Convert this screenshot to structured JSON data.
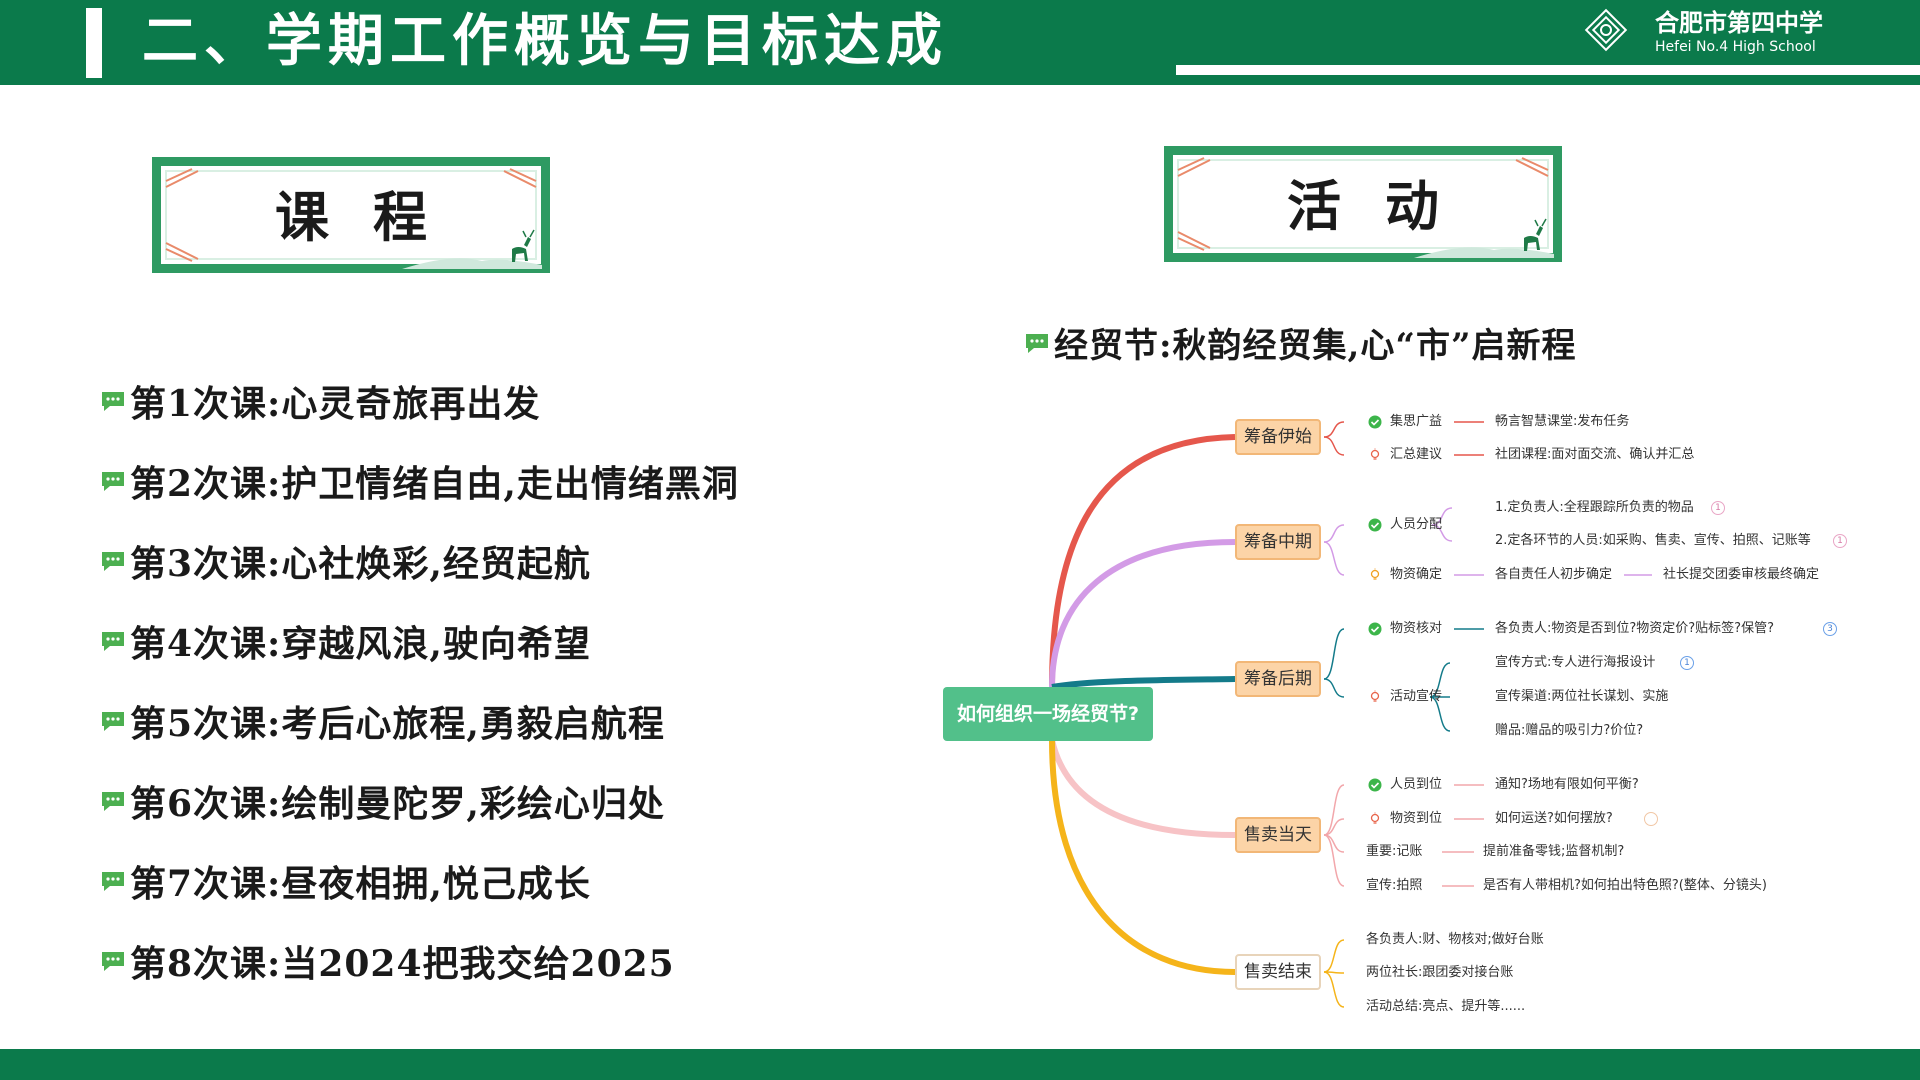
{
  "header": {
    "title": "二、学期工作概览与目标达成",
    "school_cn": "合肥市第四中学",
    "school_en": "Hefei No.4 High School"
  },
  "left_card": {
    "label": "课程"
  },
  "right_card": {
    "label": "活动"
  },
  "lessons": [
    "第1次课:心灵奇旅再出发",
    "第2次课:护卫情绪自由,走出情绪黑洞",
    "第3次课:心社焕彩,经贸起航",
    "第4次课:穿越风浪,驶向希望",
    "第5次课:考后心旅程,勇毅启航程",
    "第6次课:绘制曼陀罗,彩绘心归处",
    "第7次课:昼夜相拥,悦己成长",
    "第8次课:当2024把我交给2025"
  ],
  "activity": {
    "heading": "经贸节:秋韵经贸集,心“市”启新程",
    "mindmap": {
      "root": "如何组织一场经贸节?",
      "branches": [
        {
          "label": "筹备伊始",
          "color": "#e5574c",
          "items": [
            {
              "icon": "check",
              "label": "集思广益",
              "details": [
                "畅言智慧课堂:发布任务"
              ]
            },
            {
              "icon": "bulb",
              "label": "汇总建议",
              "details": [
                "社团课程:面对面交流、确认并汇总"
              ]
            }
          ]
        },
        {
          "label": "筹备中期",
          "color": "#d39be6",
          "items": [
            {
              "icon": "check",
              "label": "人员分配",
              "details": [
                "1.定负责人:全程跟踪所负责的物品",
                "2.定各环节的人员:如采购、售卖、宣传、拍照、记账等"
              ],
              "badges": [
                "1",
                "1"
              ]
            },
            {
              "icon": "bulb",
              "label": "物资确定",
              "details": [
                "各自责任人初步确定",
                "社长提交团委审核最终确定"
              ]
            }
          ]
        },
        {
          "label": "筹备后期",
          "color": "#147b8a",
          "items": [
            {
              "icon": "check",
              "label": "物资核对",
              "details": [
                "各负责人:物资是否到位?物资定价?贴标签?保管?"
              ],
              "badges": [
                "3"
              ]
            },
            {
              "icon": "bulb",
              "label": "活动宣传",
              "details": [
                "宣传方式:专人进行海报设计",
                "宣传渠道:两位社长谋划、实施",
                "赠品:赠品的吸引力?价位?"
              ],
              "badges": [
                "1"
              ]
            }
          ]
        },
        {
          "label": "售卖当天",
          "color": "#f7c3c6",
          "items": [
            {
              "icon": "check",
              "label": "人员到位",
              "details": [
                "通知?场地有限如何平衡?"
              ]
            },
            {
              "icon": "bulb",
              "label": "物资到位",
              "details": [
                "如何运送?如何摆放?"
              ]
            },
            {
              "icon": "none",
              "label": "重要:记账",
              "details": [
                "提前准备零钱;监督机制?"
              ]
            },
            {
              "icon": "none",
              "label": "宣传:拍照",
              "details": [
                "是否有人带相机?如何拍出特色照?(整体、分镜头)"
              ]
            }
          ]
        },
        {
          "label": "售卖结束",
          "color": "#f5b41a",
          "items": [
            {
              "icon": "none",
              "label": "各负责人:财、物核对;做好台账",
              "details": []
            },
            {
              "icon": "none",
              "label": "两位社长:跟团委对接台账",
              "details": []
            },
            {
              "icon": "none",
              "label": "活动总结:亮点、提升等......",
              "details": []
            }
          ]
        }
      ]
    }
  },
  "colors": {
    "brand_green": "#0b7a4b",
    "card_border": "#2e9a62",
    "root_node": "#52c08a",
    "branch_fill": "#fcd4a7"
  }
}
